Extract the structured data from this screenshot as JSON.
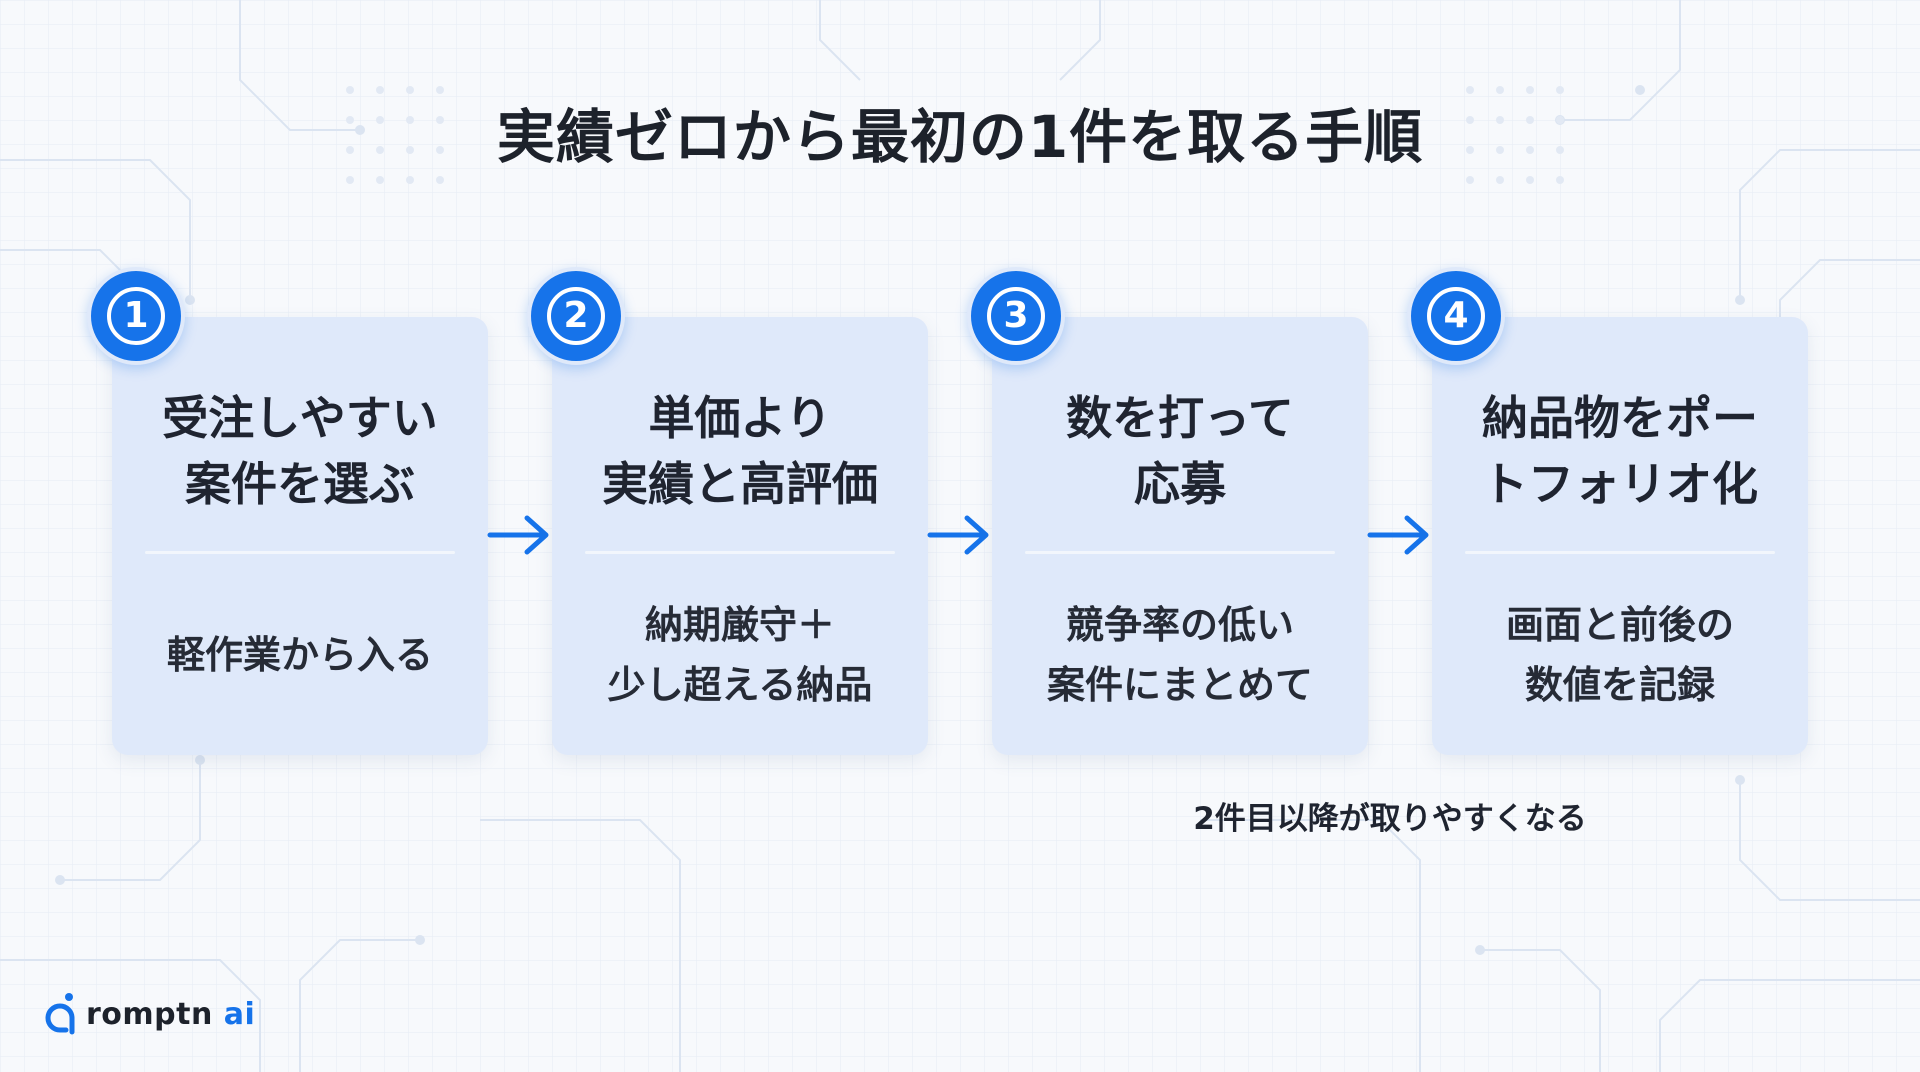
{
  "title": "実績ゼロから最初の1件を取る手順",
  "colors": {
    "accent": "#1673ea",
    "card_bg": "#dfe9fa",
    "background": "#f7f9fc",
    "text": "#1f2430"
  },
  "steps": [
    {
      "number": "1",
      "heading": "受注しやすい\n案件を選ぶ",
      "description": "軽作業から入る"
    },
    {
      "number": "2",
      "heading": "単価より\n実績と高評価",
      "description": "納期厳守＋\n少し超える納品"
    },
    {
      "number": "3",
      "heading": "数を打って\n応募",
      "description": "競争率の低い\n案件にまとめて"
    },
    {
      "number": "4",
      "heading": "納品物をポー\nトフォリオ化",
      "description": "画面と前後の\n数値を記録"
    }
  ],
  "note": "2件目以降が取りやすくなる",
  "logo": {
    "text_main": "romptn",
    "text_accent": "ai",
    "icon": "romptn-logo-icon"
  }
}
